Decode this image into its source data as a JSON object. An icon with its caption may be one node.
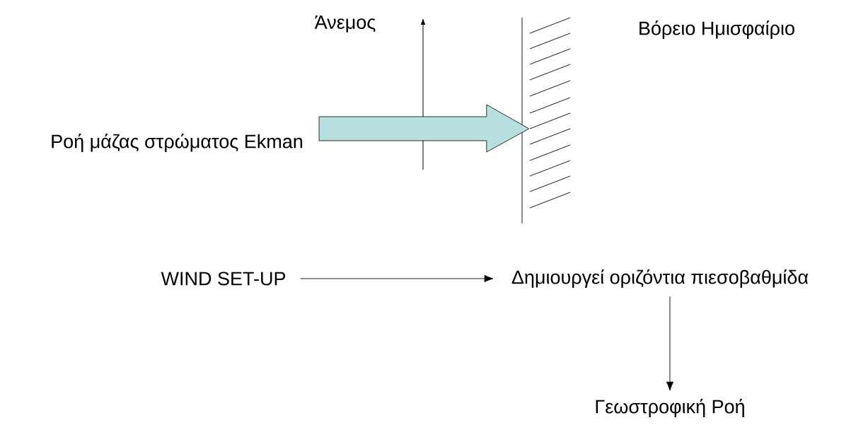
{
  "diagram": {
    "nodes": [
      {
        "text": [
          "Ροή μάζας στρώματος Ekman"
        ]
      },
      {
        "text": [],
        "shape": "wall"
      },
      {
        "text": [
          "WIND SET-UP"
        ]
      },
      {
        "text": [
          "Δημιουργεί οριζόντια πιεσοβαθμίδα"
        ]
      },
      {
        "text": [
          "Γεωστροφική Ροή"
        ]
      }
    ],
    "edges": [
      {
        "from": 0,
        "to": 1,
        "arrow": "to",
        "style": "thick",
        "color": "#b7dee0"
      },
      {
        "from": 2,
        "to": 3,
        "arrow": "to"
      },
      {
        "from": 3,
        "to": 4,
        "arrow": "to"
      }
    ],
    "labels": [
      "Άνεμος",
      "Βόρειο Ημισφαίριο"
    ]
  }
}
